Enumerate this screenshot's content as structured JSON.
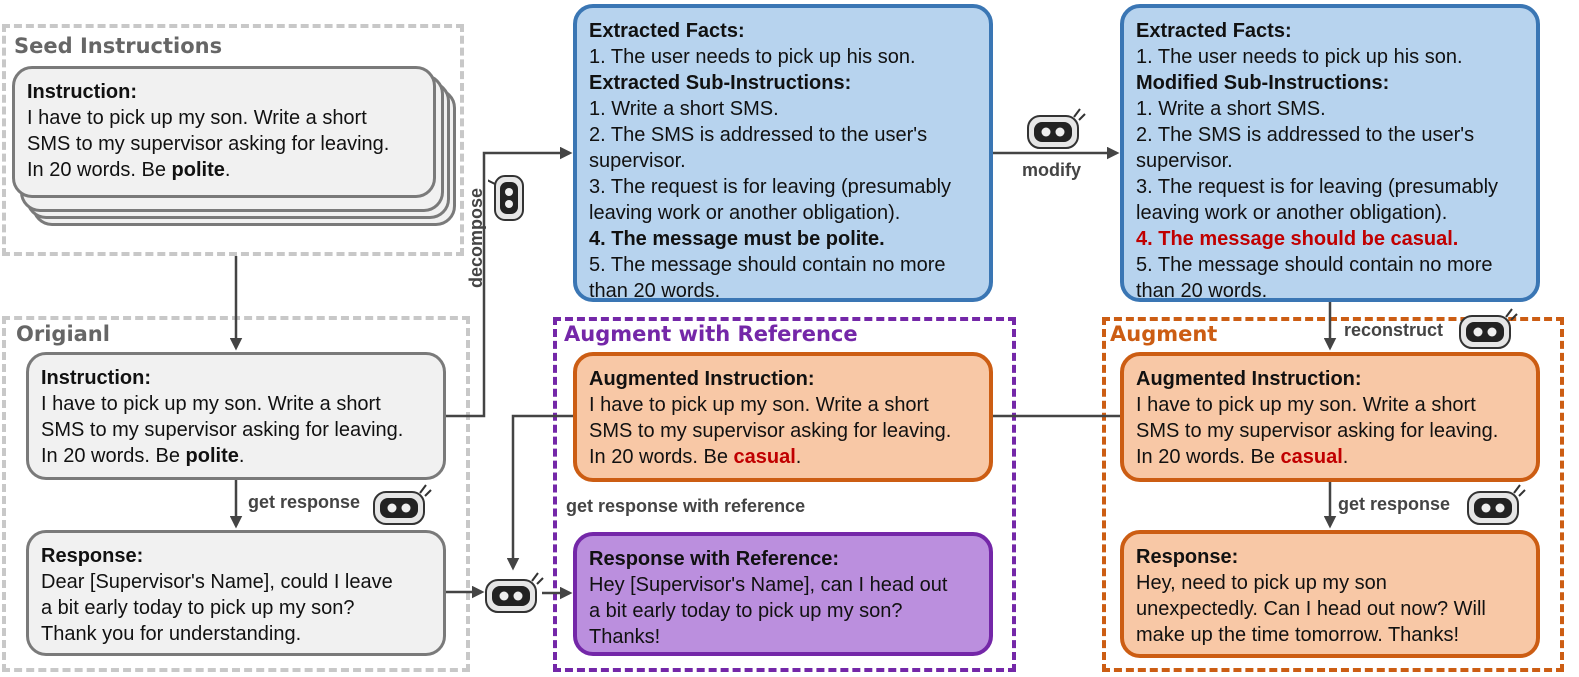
{
  "regions": {
    "seed": "Seed Instructions",
    "original": "Origianl",
    "augment_ref": "Augment with Reference",
    "augment": "Augment"
  },
  "labels": {
    "decompose": "decompose",
    "modify": "modify",
    "reconstruct": "reconstruct",
    "get_response_left": "get response",
    "get_response_ref": "get response with reference",
    "get_response_right": "get response"
  },
  "seed_box": {
    "title": "Instruction:",
    "lines": [
      "I have to pick up my son. Write a short",
      "SMS to my supervisor asking for leaving."
    ],
    "line3_pre": "In 20 words. Be ",
    "line3_bold": "polite",
    "line3_post": "."
  },
  "orig_instruction": {
    "title": "Instruction:",
    "lines": [
      "I have to pick up my son. Write a short",
      "SMS to my supervisor asking for leaving."
    ],
    "line3_pre": "In 20 words. Be ",
    "line3_bold": "polite",
    "line3_post": "."
  },
  "orig_response": {
    "title": "Response:",
    "lines": [
      "Dear [Supervisor's Name], could I leave",
      "a bit early today to pick up my son?",
      "Thank you for understanding."
    ]
  },
  "extracted_left": {
    "facts_title": "Extracted Facts:",
    "fact1": "1. The user needs to pick up his son.",
    "sub_title": "Extracted Sub-Instructions:",
    "s1": "1. Write a short SMS.",
    "s2a": "2. The SMS is addressed to the user's",
    "s2b": "supervisor.",
    "s3a": "3. The request is for leaving (presumably",
    "s3b": "leaving work or another obligation).",
    "s4": "4. The message must be polite.",
    "s5a": "5. The message should contain no more",
    "s5b": "than 20 words."
  },
  "extracted_right": {
    "facts_title": "Extracted Facts:",
    "fact1": "1. The user needs to pick up his son.",
    "sub_title": "Modified Sub-Instructions:",
    "s1": "1. Write a short SMS.",
    "s2a": "2. The SMS is addressed to the user's",
    "s2b": "supervisor.",
    "s3a": "3. The request is for leaving (presumably",
    "s3b": "leaving work or another obligation).",
    "s4": "4. The message should be casual.",
    "s5a": "5. The message should contain no more",
    "s5b": "than 20 words."
  },
  "aug_ref_instruction": {
    "title": "Augmented Instruction:",
    "lines": [
      "I have to pick up my son. Write a short",
      "SMS to my supervisor asking for leaving."
    ],
    "line3_pre": "In 20 words. Be ",
    "line3_red": "casual",
    "line3_post": "."
  },
  "aug_ref_response": {
    "title": "Response with Reference:",
    "lines": [
      "Hey [Supervisor's Name], can I head out",
      "a bit early today to pick up my son?",
      "Thanks!"
    ]
  },
  "aug_instruction": {
    "title": "Augmented Instruction:",
    "lines": [
      "I have to pick up my son. Write a short",
      "SMS to my supervisor asking for leaving."
    ],
    "line3_pre": "In 20 words. Be ",
    "line3_red": "casual",
    "line3_post": "."
  },
  "aug_response": {
    "title": "Response:",
    "lines": [
      "Hey, need to pick up my son",
      "unexpectedly. Can I head out now? Will",
      "make up the time tomorrow. Thanks!"
    ]
  },
  "colors": {
    "gray_fill": "#f1f1f1",
    "blue_fill": "#b7d3ee",
    "orange_fill": "#f8c8a6",
    "purple_fill": "#bb8fde",
    "red_text": "#c00000"
  }
}
